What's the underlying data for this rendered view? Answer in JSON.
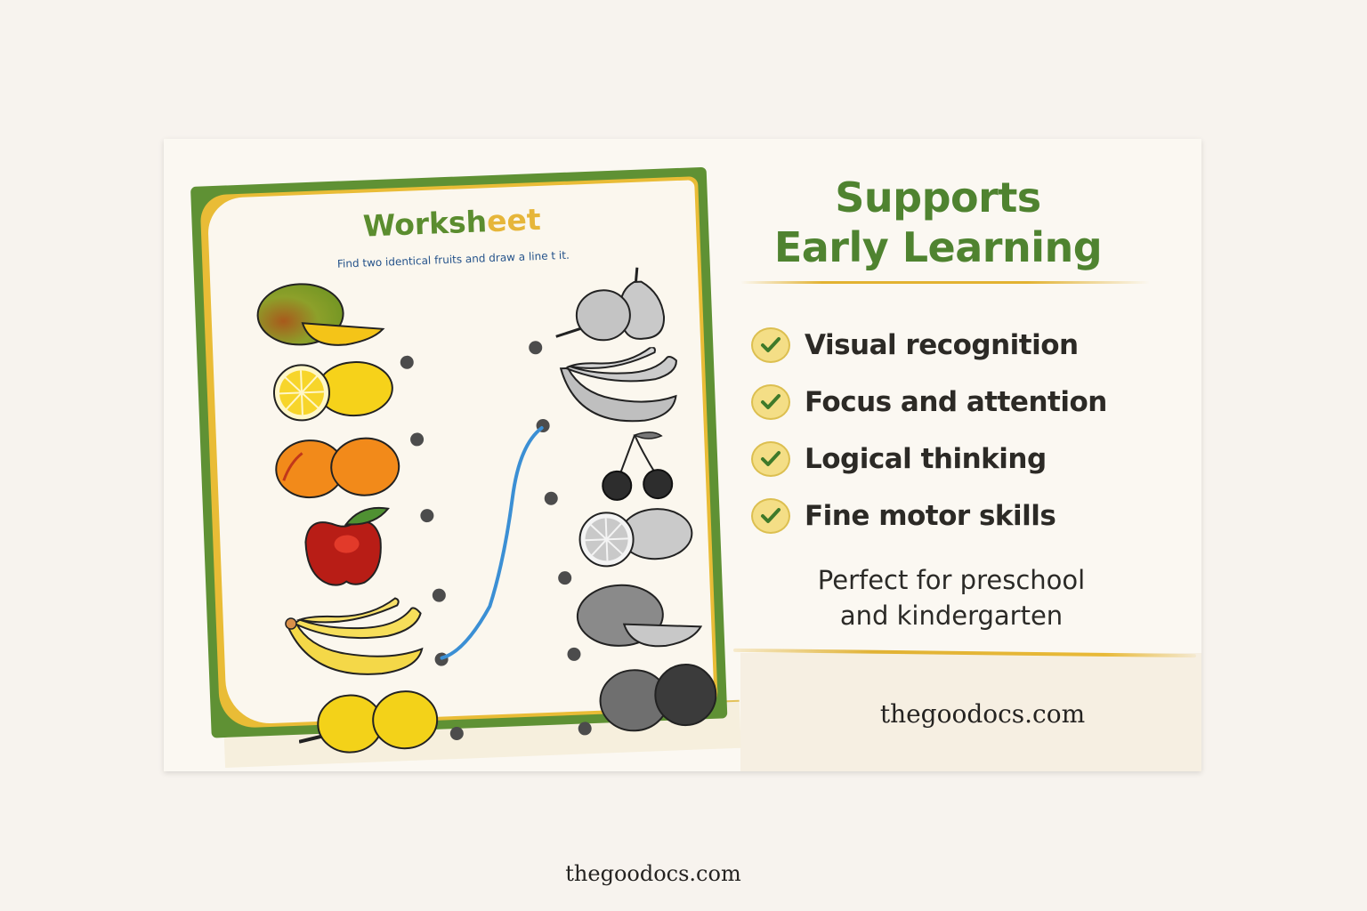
{
  "card": {
    "worksheet": {
      "title_main": "Worksh",
      "title_accent": "eet",
      "instruction": "Find two identical fruits and draw a line t it.",
      "left_fruits": [
        {
          "name": "mango",
          "color": "#6f9a2c"
        },
        {
          "name": "lemon",
          "color": "#f5d21c"
        },
        {
          "name": "orange",
          "color": "#f18a1a"
        },
        {
          "name": "apple",
          "color": "#c0201c"
        },
        {
          "name": "banana",
          "color": "#f4d848"
        },
        {
          "name": "yellow-plum",
          "color": "#f3d219"
        }
      ],
      "right_fruits": [
        {
          "name": "pear-gray"
        },
        {
          "name": "banana-gray"
        },
        {
          "name": "cherries-gray"
        },
        {
          "name": "lemon-gray"
        },
        {
          "name": "mango-gray"
        },
        {
          "name": "plum-gray"
        }
      ],
      "drawn_line": {
        "from": "banana (left)",
        "to": "banana-gray (right)",
        "color": "#3b8fd4"
      }
    },
    "heading": {
      "line1": "Supports",
      "line2": "Early Learning"
    },
    "features": [
      {
        "label": "Visual recognition",
        "icon": "check-icon"
      },
      {
        "label": "Focus and attention",
        "icon": "check-icon"
      },
      {
        "label": "Logical thinking",
        "icon": "check-icon"
      },
      {
        "label": "Fine motor skills",
        "icon": "check-icon"
      }
    ],
    "tagline_line1": "Perfect for preschool",
    "tagline_line2": "and kindergarten",
    "site": "thegoodocs.com"
  },
  "footer": {
    "site": "thegoodocs.com"
  },
  "colors": {
    "green": "#4f8330",
    "gold": "#e2b232",
    "background": "#f7f3ee"
  }
}
